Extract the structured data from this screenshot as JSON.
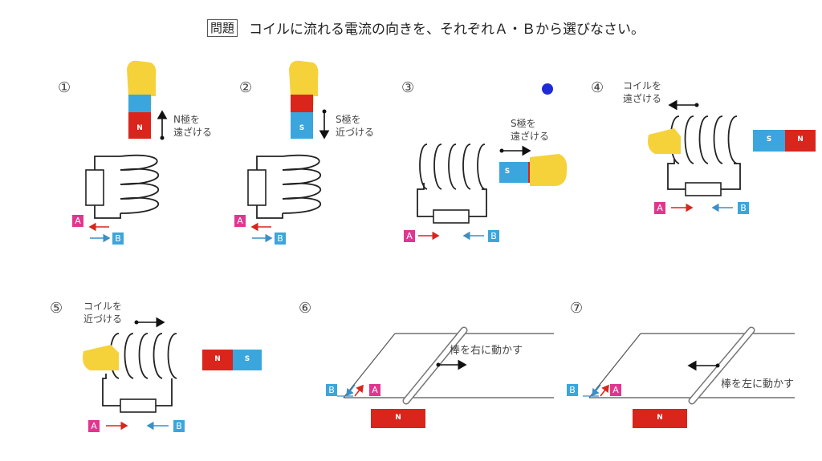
{
  "header": {
    "tag": "問題",
    "question": "コイルに流れる電流の向きを、それぞれＡ・Ｂから選びなさい。"
  },
  "labels": {
    "a": "A",
    "b": "B",
    "n": "N",
    "s": "S"
  },
  "problems": {
    "p1": {
      "number": "①",
      "action_line1": "N極を",
      "action_line2": "遠ざける"
    },
    "p2": {
      "number": "②",
      "action_line1": "S極を",
      "action_line2": "近づける"
    },
    "p3": {
      "number": "③",
      "action_line1": "S極を",
      "action_line2": "遠ざける"
    },
    "p4": {
      "number": "④",
      "action_line1": "コイルを",
      "action_line2": "遠ざける"
    },
    "p5": {
      "number": "⑤",
      "action_line1": "コイルを",
      "action_line2": "近づける"
    },
    "p6": {
      "number": "⑥",
      "action": "棒を右に動かす"
    },
    "p7": {
      "number": "⑦",
      "action": "棒を左に動かす"
    }
  },
  "colors": {
    "north": "#d9251c",
    "south": "#3aa6dd",
    "label_a": "#e0368f",
    "label_b": "#3aa6dd",
    "hand": "#f5d23a",
    "dot": "#1f2bd6"
  }
}
